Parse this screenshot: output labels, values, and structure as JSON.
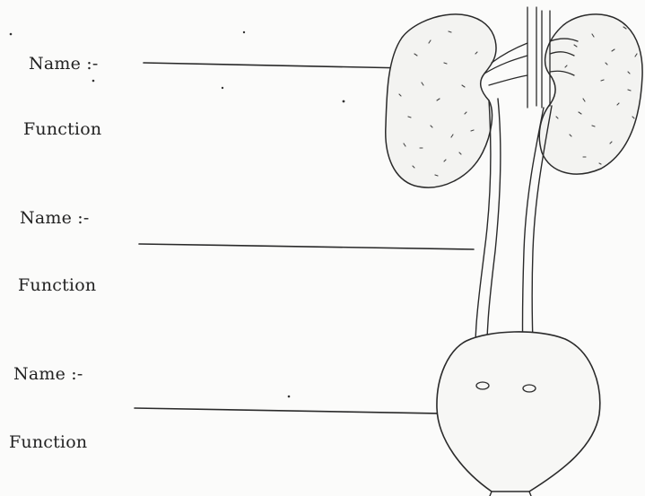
{
  "worksheet": {
    "blocks": [
      {
        "name_label": "Name :-",
        "function_label": "Function"
      },
      {
        "name_label": "Name :-",
        "function_label": "Function"
      },
      {
        "name_label": "Name :-",
        "function_label": "Function"
      }
    ]
  }
}
